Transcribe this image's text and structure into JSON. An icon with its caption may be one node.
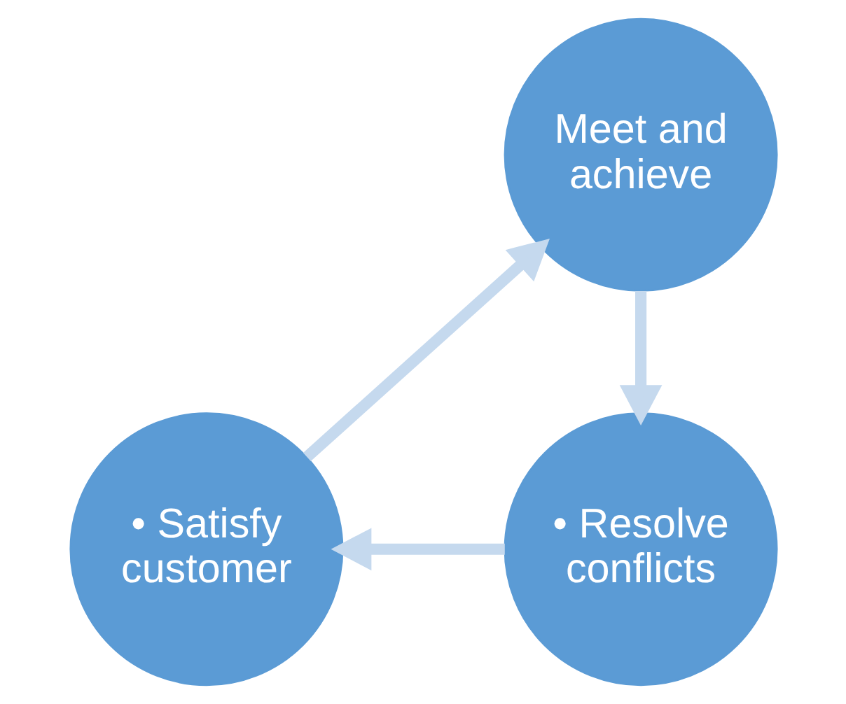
{
  "diagram": {
    "nodes": [
      {
        "text": [
          "Meet and achieve"
        ]
      },
      {
        "text": [
          "• Satisfy customer"
        ]
      },
      {
        "text": [
          "• Resolve conflicts"
        ]
      }
    ],
    "edges": [
      {
        "from": 0,
        "to": 2,
        "arrow": "to"
      },
      {
        "from": 2,
        "to": 1,
        "arrow": "to"
      },
      {
        "from": 1,
        "to": 0,
        "arrow": "to"
      }
    ]
  }
}
